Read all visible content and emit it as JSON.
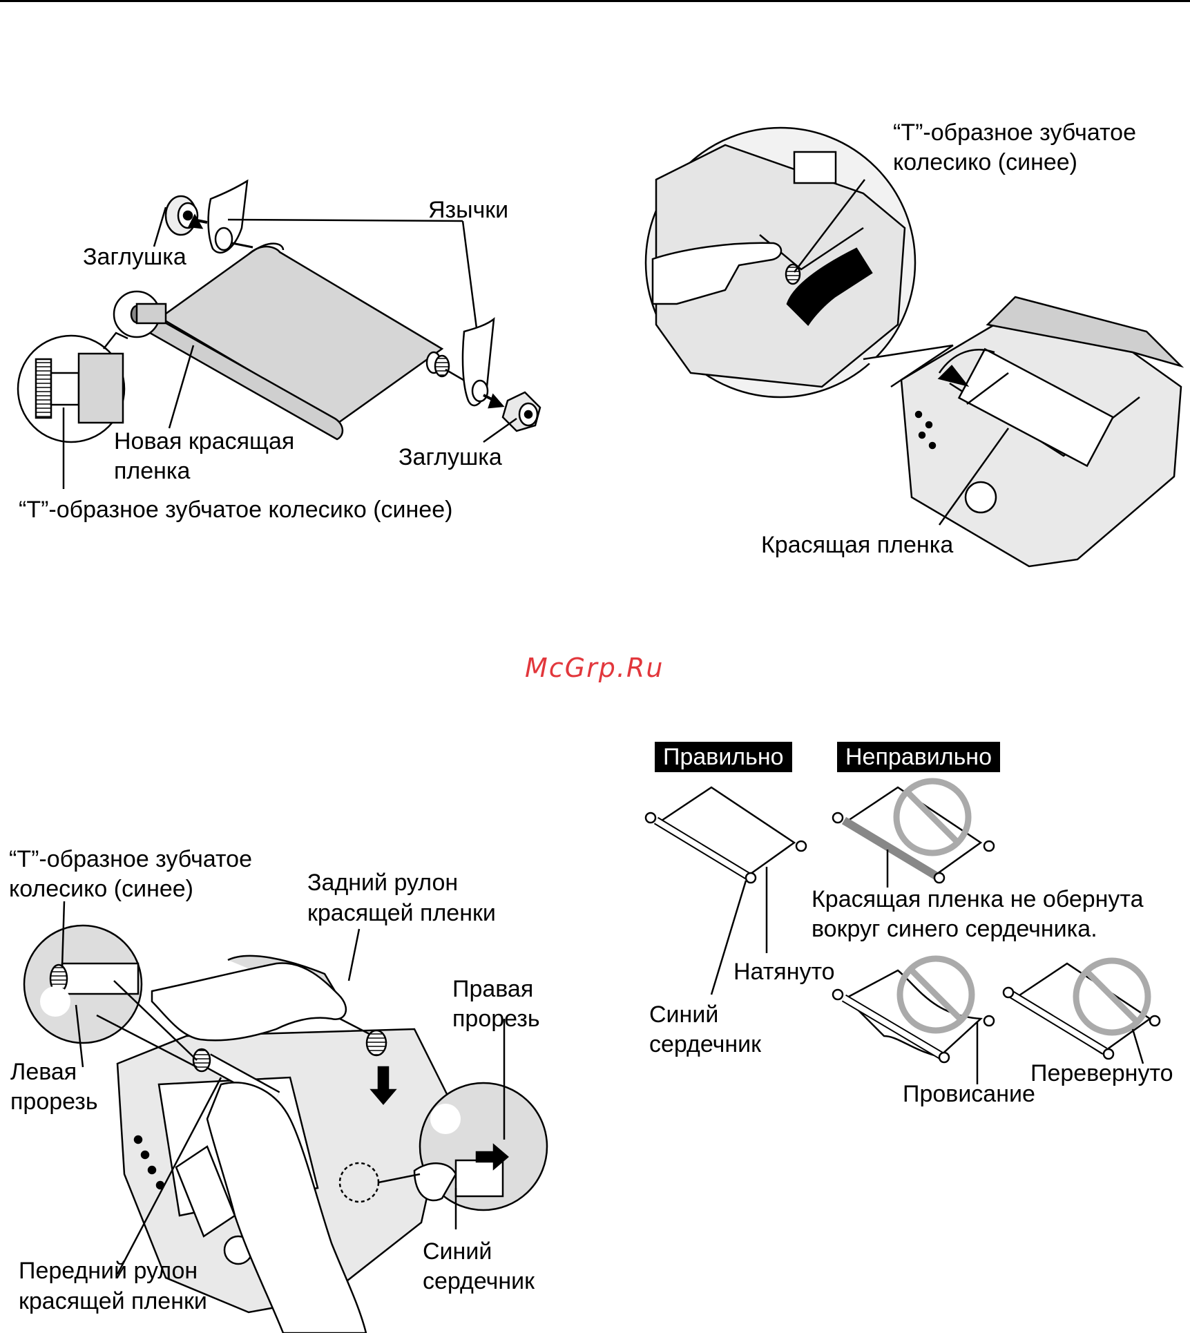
{
  "watermark": "McGrp.Ru",
  "fig1": {
    "caps_top": "Заглушка",
    "tabs": "Язычки",
    "new_film_l1": "Новая красящая",
    "new_film_l2": "пленка",
    "caps_bottom": "Заглушка",
    "t_gear": "“T”-образное зубчатое колесико (синее)"
  },
  "fig2": {
    "t_gear_l1": "“T”-образное зубчатое",
    "t_gear_l2": "колесико (синее)",
    "ink_film": "Красящая пленка"
  },
  "fig3": {
    "t_gear_l1": "“T”-образное зубчатое",
    "t_gear_l2": "колесико (синее)",
    "rear_roll_l1": "Задний рулон",
    "rear_roll_l2": "красящей пленки",
    "right_slot_l1": "Правая",
    "right_slot_l2": "прорезь",
    "left_slot_l1": "Левая",
    "left_slot_l2": "прорезь",
    "blue_core_l1": "Синий",
    "blue_core_l2": "сердечник",
    "front_roll_l1": "Передний рулон",
    "front_roll_l2": "красящей пленки"
  },
  "fig4": {
    "correct": "Правильно",
    "incorrect": "Неправильно",
    "not_wrapped_l1": "Красящая пленка не обернута",
    "not_wrapped_l2": "вокруг синего сердечника.",
    "tight": "Натянуто",
    "blue_core_l1": "Синий",
    "blue_core_l2": "сердечник",
    "slack": "Провисание",
    "reversed": "Перевернуто"
  },
  "colors": {
    "ink": "#000000",
    "film_fill": "#d6d6d6",
    "machine_fill": "#e9e9e9",
    "watermark": "#e2373c"
  }
}
